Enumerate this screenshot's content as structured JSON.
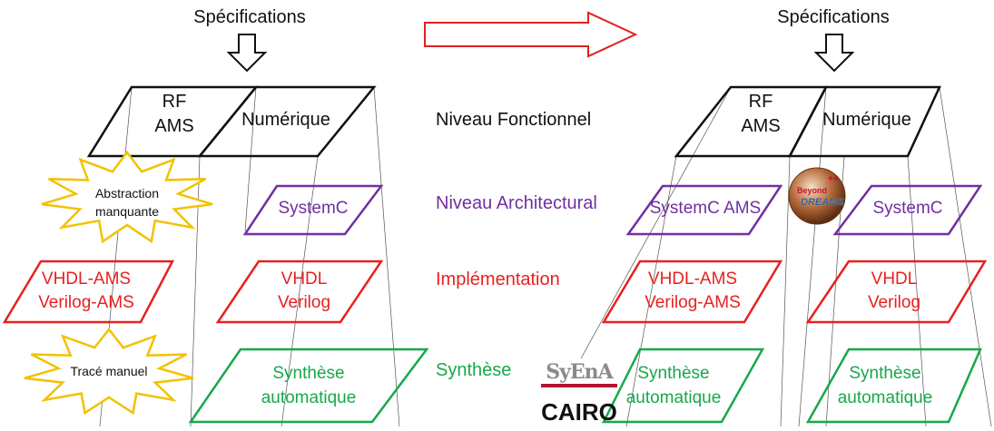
{
  "colors": {
    "functional": "#111111",
    "architectural": "#7030a0",
    "implementation": "#e82020",
    "synthesis": "#17a84a",
    "burst_fill": "#ffffff",
    "burst_stroke": "#f2c200"
  },
  "left": {
    "spec": "Spécifications",
    "rf": "RF",
    "ams": "AMS",
    "numerique": "Numérique",
    "burst_abstraction_line1": "Abstraction",
    "burst_abstraction_line2": "manquante",
    "systemc": "SystemC",
    "vhdl_ams": "VHDL-AMS",
    "verilog_ams": "Verilog-AMS",
    "vhdl": "VHDL",
    "verilog": "Verilog",
    "burst_trace": "Tracé manuel",
    "synth_line1": "Synthèse",
    "synth_line2": "automatique"
  },
  "levels": {
    "functional": "Niveau Fonctionnel",
    "architectural": "Niveau Architectural",
    "implementation": "Implémentation",
    "synthesis": "Synthèse"
  },
  "right": {
    "spec": "Spécifications",
    "rf": "RF",
    "ams": "AMS",
    "numerique": "Numérique",
    "systemc_ams": "SystemC AMS",
    "systemc": "SystemC",
    "vhdl_ams": "VHDL-AMS",
    "verilog_ams": "Verilog-AMS",
    "vhdl": "VHDL",
    "verilog": "Verilog",
    "synth_a_line1": "Synthèse",
    "synth_a_line2": "automatique",
    "synth_b_line1": "Synthèse",
    "synth_b_line2": "automatique"
  },
  "logos": {
    "syena": "SyEnA",
    "cairo": "CAIRO",
    "beyond": "Beyond",
    "dreams": "DREAMS",
    "plusplus": "++"
  }
}
